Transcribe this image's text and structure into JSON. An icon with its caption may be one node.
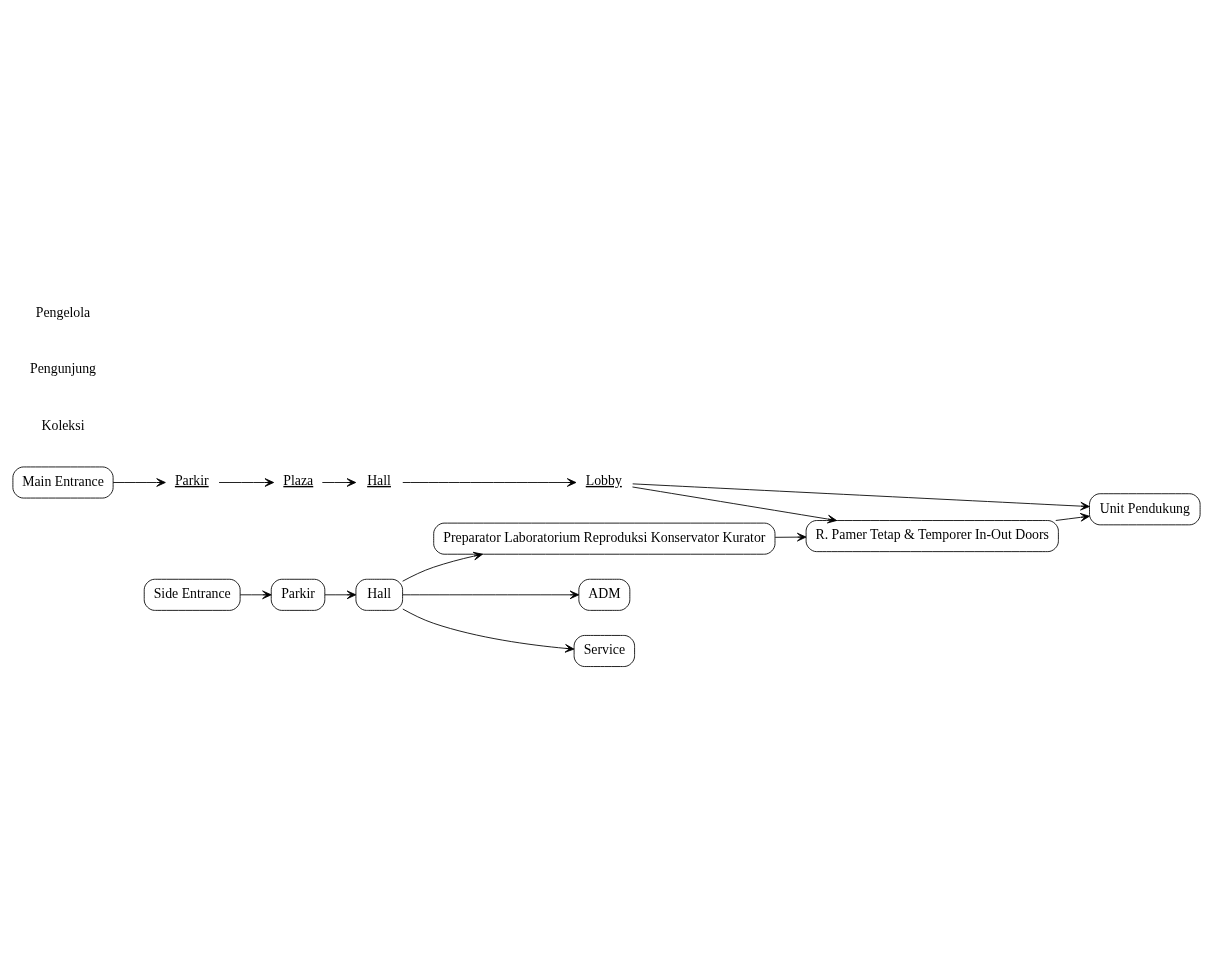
{
  "diagram": {
    "nodes": [
      {
        "text": [
          "Main Entrance"
        ]
      },
      {
        "text": [
          "Parkir"
        ]
      },
      {
        "text": [
          "Plaza"
        ]
      },
      {
        "text": [
          "Hall"
        ]
      },
      {
        "text": [
          "Lobby"
        ]
      },
      {
        "text": [
          "R. Pamer Tetap & Temporer In-Out Doors"
        ]
      },
      {
        "text": [
          "Unit Pendukung"
        ]
      },
      {
        "text": [
          "Preparator Laboratorium Reproduksi Konservator Kurator"
        ]
      },
      {
        "text": [
          "Hall"
        ]
      },
      {
        "text": [
          "Parkir"
        ]
      },
      {
        "text": [
          "Side Entrance"
        ]
      },
      {
        "text": [
          "ADM"
        ]
      },
      {
        "text": [
          "Service"
        ]
      }
    ],
    "edges": [
      {
        "from": 0,
        "to": 1,
        "arrow": "to"
      },
      {
        "from": 1,
        "to": 2,
        "arrow": "to"
      },
      {
        "from": 2,
        "to": 3,
        "arrow": "to"
      },
      {
        "from": 3,
        "to": 4,
        "arrow": "to"
      },
      {
        "from": 4,
        "to": 5,
        "arrow": "to"
      },
      {
        "from": 4,
        "to": 6,
        "arrow": "to"
      },
      {
        "from": 7,
        "to": 5,
        "arrow": "to"
      },
      {
        "from": 5,
        "to": 6,
        "arrow": "to"
      },
      {
        "from": 10,
        "to": 9,
        "arrow": "to"
      },
      {
        "from": 9,
        "to": 8,
        "arrow": "to"
      },
      {
        "from": 8,
        "to": 7,
        "arrow": "to"
      },
      {
        "from": 8,
        "to": 11,
        "arrow": "to"
      },
      {
        "from": 8,
        "to": 12,
        "arrow": "to"
      }
    ],
    "labels": [
      "Koleksi",
      "Pengunjung",
      "Pengelola"
    ]
  }
}
